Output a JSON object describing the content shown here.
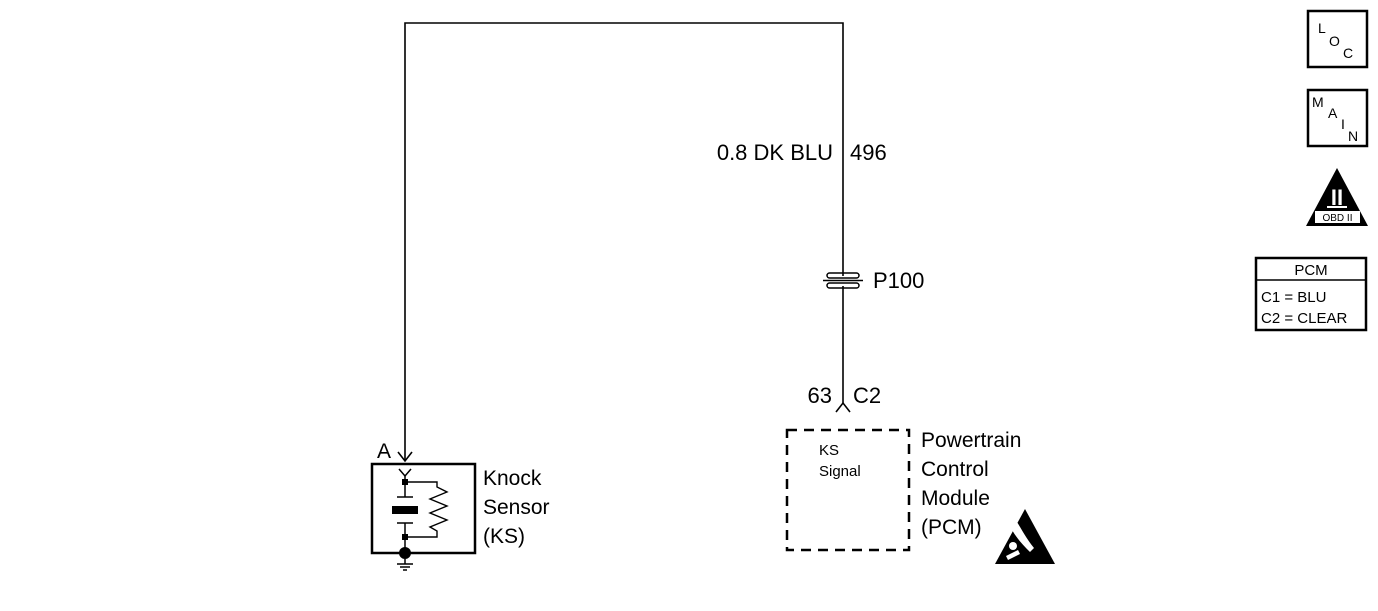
{
  "wire": {
    "gauge_color": "0.8 DK BLU",
    "circuit": "496",
    "splice": "P100",
    "pin": "63",
    "connector": "C2"
  },
  "knock_sensor": {
    "terminal": "A",
    "name_lines": [
      "Knock",
      "Sensor",
      "(KS)"
    ]
  },
  "pcm": {
    "signal_lines": [
      "KS",
      "Signal"
    ],
    "name_lines": [
      "Powertrain",
      "Control",
      "Module",
      "(PCM)"
    ]
  },
  "nav_icons": {
    "loc": [
      "L",
      "O",
      "C"
    ],
    "main": [
      "M",
      "A",
      "I",
      "N"
    ],
    "obd": {
      "roman": "II",
      "label": "OBD II"
    }
  },
  "legend": {
    "title": "PCM",
    "rows": [
      "C1 = BLU",
      "C2 = CLEAR"
    ]
  }
}
